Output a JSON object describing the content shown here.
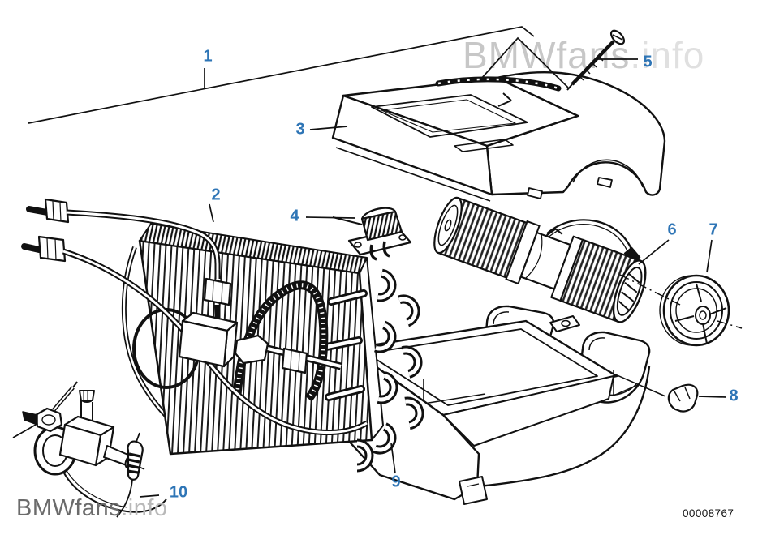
{
  "watermark_top_right": {
    "brand": "BMWfans",
    "suffix": ".info"
  },
  "watermark_bottom_left": {
    "brand": "BMWfans",
    "suffix": ".info"
  },
  "doc_number": "00008767",
  "callouts": [
    {
      "label": "1"
    },
    {
      "label": "2"
    },
    {
      "label": "3"
    },
    {
      "label": "4"
    },
    {
      "label": "5"
    },
    {
      "label": "6"
    },
    {
      "label": "7"
    },
    {
      "label": "8"
    },
    {
      "label": "9"
    },
    {
      "label": "10"
    }
  ],
  "colors": {
    "callout_link": "#2e75b6",
    "line_art": "#111111",
    "watermark_top": "#c7c7c7",
    "watermark_top_suffix": "#e0e0e0",
    "watermark_bottom": "#6b6b6b",
    "watermark_bottom_suffix": "#b9b9b9",
    "background": "#ffffff"
  }
}
